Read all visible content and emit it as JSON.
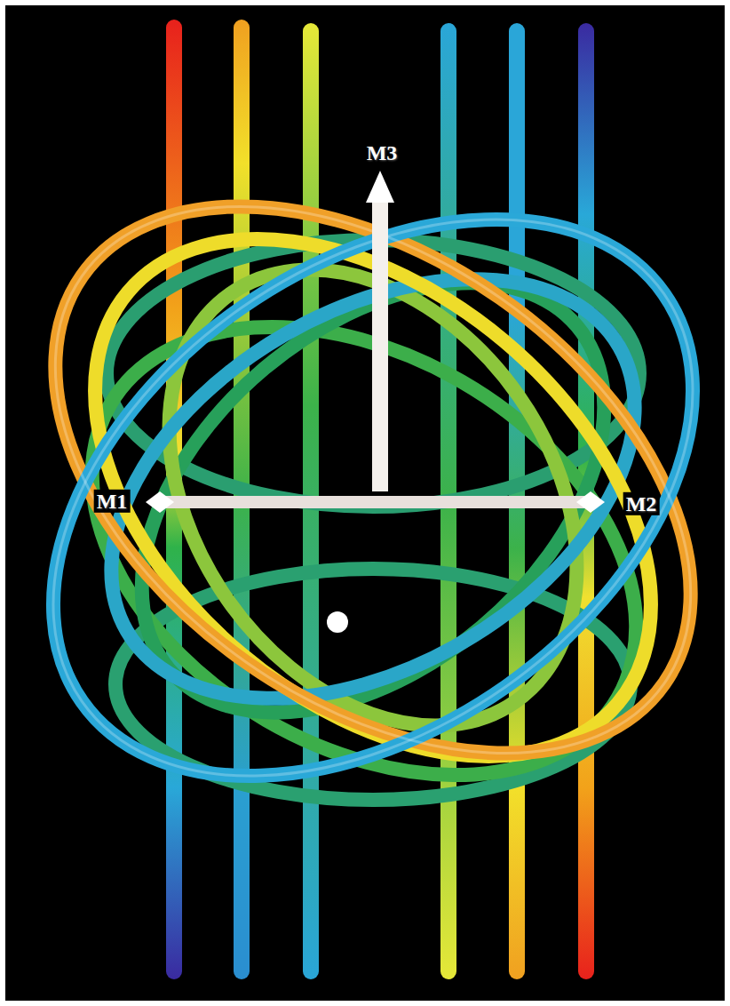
{
  "diagram": {
    "labels": [
      "M1",
      "M2",
      "M3"
    ]
  }
}
